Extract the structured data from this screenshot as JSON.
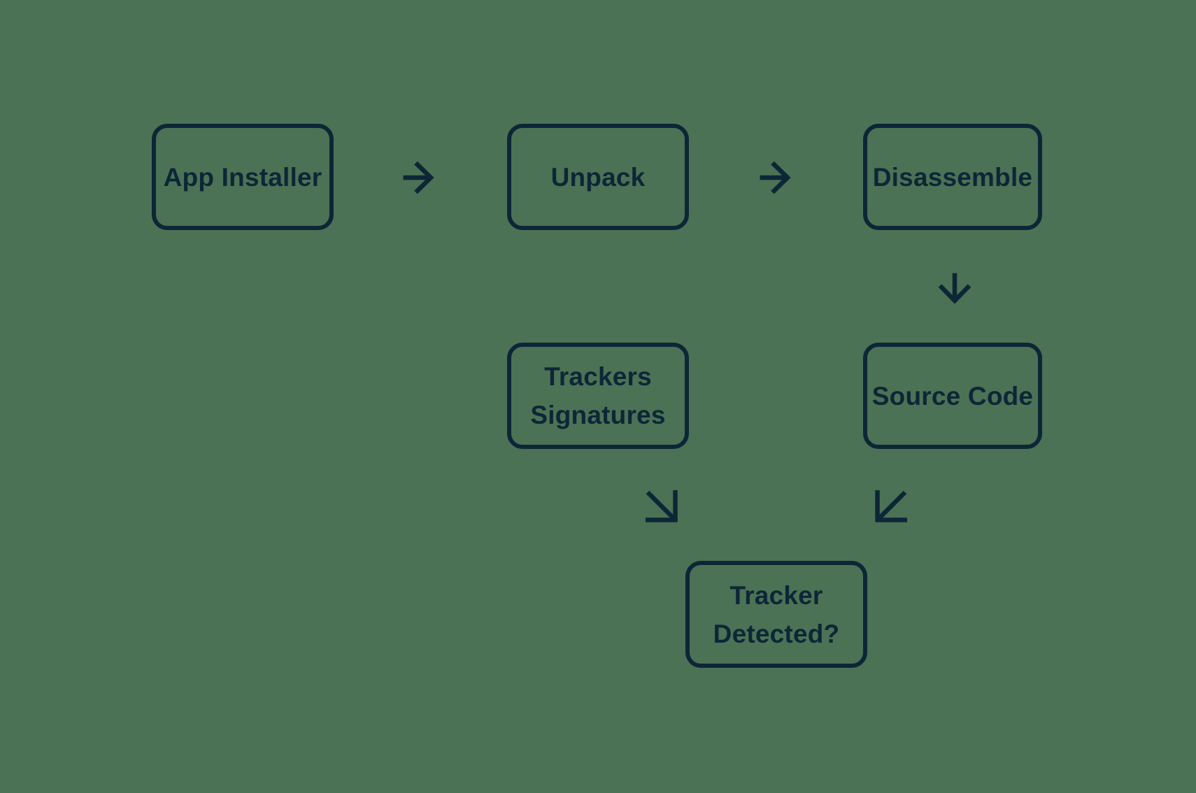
{
  "colors": {
    "background": "#4b7254",
    "ink": "#0d2637"
  },
  "diagram": {
    "nodes": {
      "app_installer": {
        "label": "App Installer"
      },
      "unpack": {
        "label": "Unpack"
      },
      "disassemble": {
        "label": "Disassemble"
      },
      "trackers_signatures": {
        "label": "Trackers Signatures",
        "line1": "Trackers",
        "line2": "Signatures"
      },
      "source_code": {
        "label": "Source Code"
      },
      "tracker_detected": {
        "label": "Tracker Detected?",
        "line1": "Tracker",
        "line2": "Detected?"
      }
    },
    "edges": [
      {
        "from": "App Installer",
        "to": "Unpack",
        "direction": "right"
      },
      {
        "from": "Unpack",
        "to": "Disassemble",
        "direction": "right"
      },
      {
        "from": "Disassemble",
        "to": "Source Code",
        "direction": "down"
      },
      {
        "from": "Trackers Signatures",
        "to": "Tracker Detected?",
        "direction": "down-right"
      },
      {
        "from": "Source Code",
        "to": "Tracker Detected?",
        "direction": "down-left"
      }
    ]
  }
}
